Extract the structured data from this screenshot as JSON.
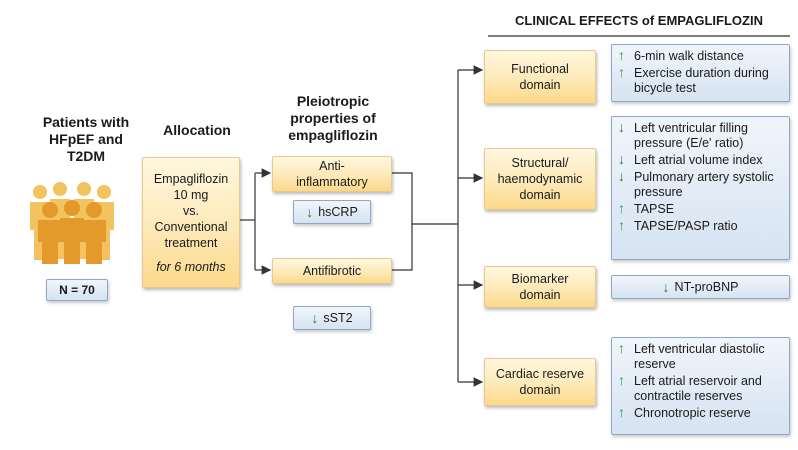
{
  "patients": {
    "title": "Patients with HFpEF and T2DM",
    "n_label": "N = 70"
  },
  "allocation": {
    "title": "Allocation",
    "box_lines": [
      "Empagliflozin",
      "10 mg",
      "vs.",
      "Conventional",
      "treatment"
    ],
    "duration": "for 6 months"
  },
  "properties": {
    "title": "Pleiotropic properties of empagliflozin",
    "anti_inflammatory": "Anti-inflammatory",
    "hscrp": "hsCRP",
    "antifibrotic": "Antifibrotic",
    "sst2": "sST2"
  },
  "effects": {
    "title": "CLINICAL EFFECTS of EMPAGLIFLOZIN",
    "domains": [
      {
        "name": "Functional domain",
        "items": [
          {
            "dir": "up",
            "text": "6-min walk distance"
          },
          {
            "dir": "up",
            "text": "Exercise duration during bicycle test"
          }
        ]
      },
      {
        "name": "Structural/ haemodynamic domain",
        "items": [
          {
            "dir": "down",
            "text": "Left ventricular filling pressure (E/e' ratio)"
          },
          {
            "dir": "down",
            "text": "Left atrial volume index"
          },
          {
            "dir": "down",
            "text": "Pulmonary artery systolic pressure"
          },
          {
            "dir": "up",
            "text": "TAPSE"
          },
          {
            "dir": "up",
            "text": "TAPSE/PASP ratio"
          }
        ]
      },
      {
        "name": "Biomarker domain",
        "items": [
          {
            "dir": "down",
            "text": "NT-proBNP"
          }
        ]
      },
      {
        "name": "Cardiac reserve domain",
        "items": [
          {
            "dir": "up",
            "text": "Left ventricular diastolic reserve"
          },
          {
            "dir": "up",
            "text": "Left atrial reservoir and contractile reserves"
          },
          {
            "dir": "up",
            "text": "Chronotropic reserve"
          }
        ]
      }
    ]
  },
  "colors": {
    "accent_green": "#2e9e3e",
    "orange_box": "#fbd98a",
    "blue_box": "#d6e3f2",
    "people": "#f0b040"
  },
  "icons": {
    "up": "↑",
    "down": "↓"
  }
}
